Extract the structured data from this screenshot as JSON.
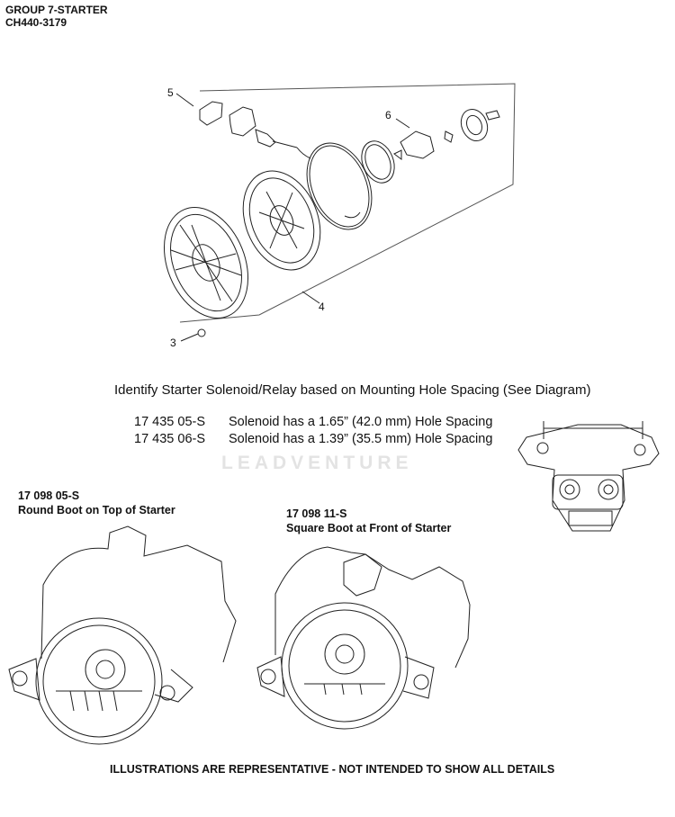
{
  "header": {
    "group": "GROUP 7-STARTER",
    "model": "CH440-3179"
  },
  "callouts": [
    "5",
    "6",
    "4",
    "3"
  ],
  "identify_text": "Identify Starter Solenoid/Relay based on Mounting Hole Spacing (See Diagram)",
  "solenoids": [
    {
      "part": "17 435 05-S",
      "desc": "Solenoid has a 1.65” (42.0 mm) Hole Spacing"
    },
    {
      "part": "17 435 06-S",
      "desc": "Solenoid has a 1.39” (35.5 mm) Hole Spacing"
    }
  ],
  "starters": [
    {
      "part": "17 098 05-S",
      "desc": "Round Boot on Top of Starter"
    },
    {
      "part": "17 098 11-S",
      "desc": "Square Boot at Front of Starter"
    }
  ],
  "watermark": "LEADVENTURE",
  "footer": "ILLUSTRATIONS ARE REPRESENTATIVE - NOT INTENDED TO SHOW ALL DETAILS"
}
